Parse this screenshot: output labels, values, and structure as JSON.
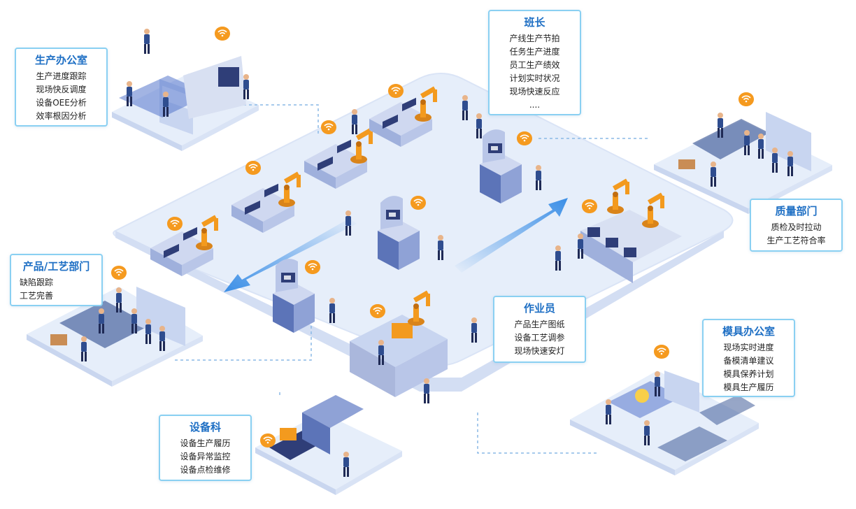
{
  "colors": {
    "accent": "#1e6fc4",
    "card_border": "#8ad0f2",
    "platform": "#e6eefa",
    "machine": "#aab7dc",
    "robot_orange": "#f39a1e",
    "arrow_blue": "#3a8ee6"
  },
  "icons": [
    "wifi-icon",
    "robot-arm-icon",
    "worker-icon",
    "arrow-icon"
  ],
  "cards": {
    "production_office": {
      "title": "生产办公室",
      "items": [
        "生产进度跟踪",
        "现场快反调度",
        "设备OEE分析",
        "效率根因分析"
      ]
    },
    "team_leader": {
      "title": "班长",
      "items": [
        "产线生产节拍",
        "任务生产进度",
        "员工生产绩效",
        "计划实时状况",
        "现场快速反应",
        "...."
      ]
    },
    "quality_dept": {
      "title": "质量部门",
      "items": [
        "质检及时拉动",
        "生产工艺符合率"
      ]
    },
    "product_process_dept": {
      "title": "产品/工艺部门",
      "items": [
        "缺陷跟踪",
        "工艺完善"
      ]
    },
    "operator": {
      "title": "作业员",
      "items": [
        "产品生产图纸",
        "设备工艺调参",
        "现场快速安灯"
      ]
    },
    "mold_office": {
      "title": "模具办公室",
      "items": [
        "现场实时进度",
        "备模清单建议",
        "模具保养计划",
        "模具生产履历"
      ]
    },
    "equipment_dept": {
      "title": "设备科",
      "items": [
        "设备生产履历",
        "设备异常监控",
        "设备点检维修"
      ]
    }
  }
}
